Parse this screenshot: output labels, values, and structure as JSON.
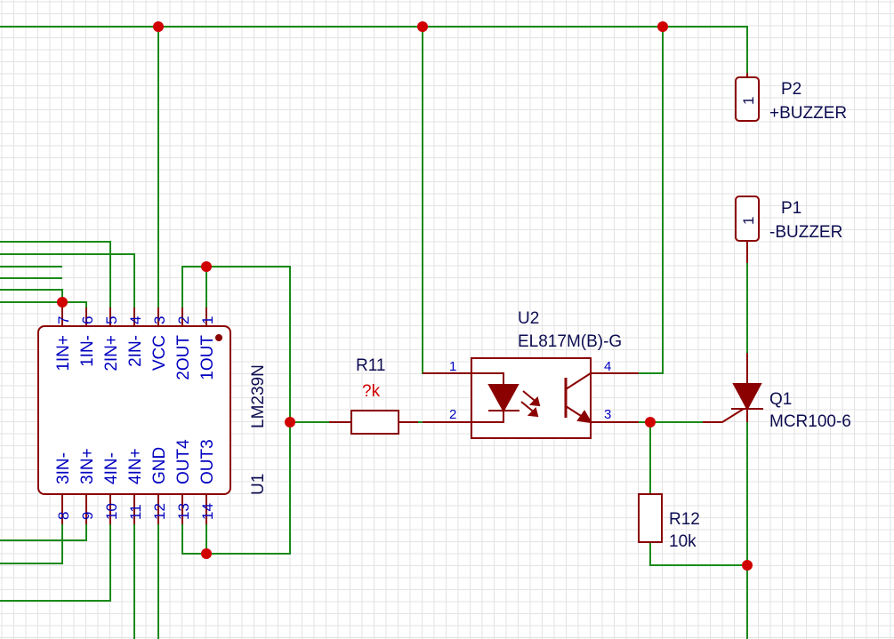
{
  "colors": {
    "wire": "#1a8a1a",
    "component": "#8b0000",
    "junction": "#d00000",
    "pin_label": "#0000c0",
    "ref": "#0d0d52",
    "value_red": "#d00000"
  },
  "u1": {
    "ref": "U1",
    "value": "LM239N",
    "top_pins": [
      {
        "num": "7",
        "name": "1IN+"
      },
      {
        "num": "6",
        "name": "1IN-"
      },
      {
        "num": "5",
        "name": "2IN+"
      },
      {
        "num": "4",
        "name": "2IN-"
      },
      {
        "num": "3",
        "name": "VCC"
      },
      {
        "num": "2",
        "name": "2OUT"
      },
      {
        "num": "1",
        "name": "1OUT"
      }
    ],
    "bottom_pins": [
      {
        "num": "8",
        "name": "3IN-"
      },
      {
        "num": "9",
        "name": "3IN+"
      },
      {
        "num": "10",
        "name": "4IN-"
      },
      {
        "num": "11",
        "name": "4IN+"
      },
      {
        "num": "12",
        "name": "GND"
      },
      {
        "num": "13",
        "name": "OUT4"
      },
      {
        "num": "14",
        "name": "OUT3"
      }
    ]
  },
  "r11": {
    "ref": "R11",
    "value": "?k"
  },
  "r12": {
    "ref": "R12",
    "value": "10k"
  },
  "u2": {
    "ref": "U2",
    "value": "EL817M(B)-G",
    "pins": [
      "1",
      "2",
      "3",
      "4"
    ]
  },
  "q1": {
    "ref": "Q1",
    "value": "MCR100-6"
  },
  "p2": {
    "ref": "P2",
    "value": "+BUZZER",
    "pin": "1"
  },
  "p1": {
    "ref": "P1",
    "value": "-BUZZER",
    "pin": "1"
  }
}
